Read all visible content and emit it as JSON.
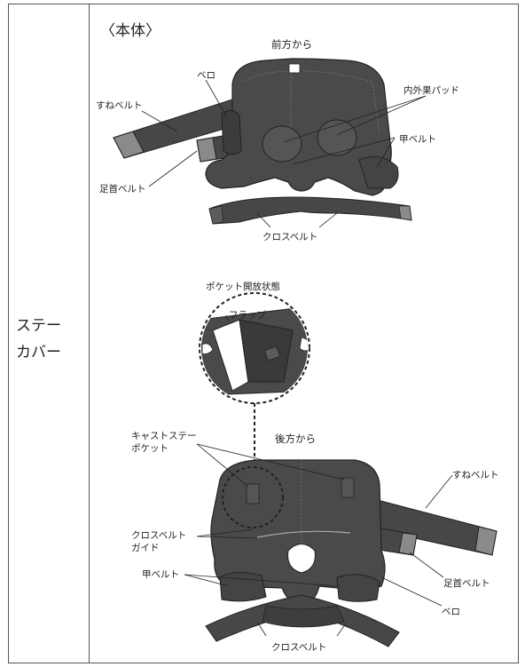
{
  "row_label": {
    "line1": "ステー",
    "line2": "カバー"
  },
  "section_title": "〈本体〉",
  "front": {
    "view_label": "前方から",
    "labels": {
      "shin_belt": "すねベルト",
      "tongue": "ベロ",
      "ankle_pads": "内外果パッド",
      "instep_belt": "甲ベルト",
      "ankle_belt": "足首ベルト",
      "cross_belt": "クロスベルト"
    }
  },
  "pocket": {
    "title": "ポケット開放状態",
    "flap": "フラップ"
  },
  "back": {
    "view_label": "後方から",
    "labels": {
      "cast_stay_pocket_line1": "キャストステー",
      "cast_stay_pocket_line2": "ポケット",
      "shin_belt": "すねベルト",
      "cross_belt_guide_line1": "クロスベルト",
      "cross_belt_guide_line2": "ガイド",
      "instep_belt": "甲ベルト",
      "ankle_belt": "足首ベルト",
      "tongue": "ベロ",
      "cross_belt": "クロスベルト"
    }
  },
  "colors": {
    "fabric": "#4a4a4a",
    "fabric_dark": "#3a3a3a",
    "fabric_light": "#5c5c5c",
    "strap_end": "#8a8a8a",
    "line": "#222222"
  }
}
